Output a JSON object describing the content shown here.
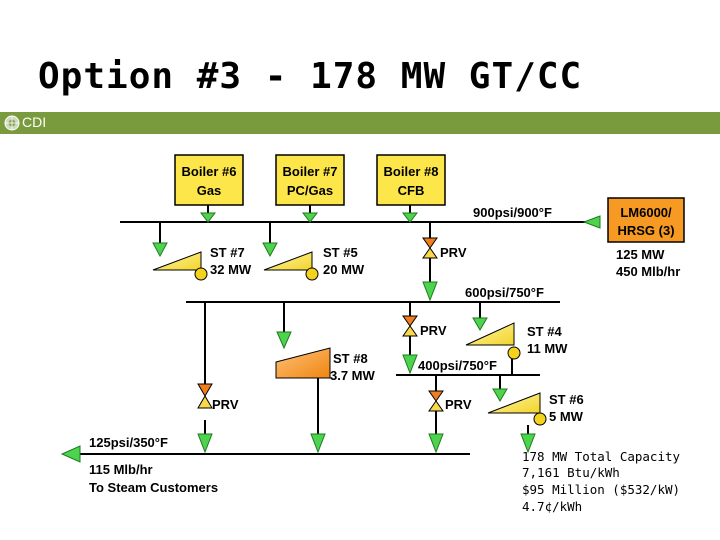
{
  "title": "Option #3 - 178 MW GT/CC",
  "brand": {
    "text": "CDI"
  },
  "boilers": [
    {
      "line1": "Boiler #6",
      "line2": "Gas"
    },
    {
      "line1": "Boiler #7",
      "line2": "PC/Gas"
    },
    {
      "line1": "Boiler #8",
      "line2": "CFB"
    }
  ],
  "gt": {
    "line1": "LM6000/",
    "line2": "HRSG (3)",
    "output1": "125 MW",
    "output2": "450 Mlb/hr"
  },
  "headers": {
    "h900": "900psi/900°F",
    "h600": "600psi/750°F",
    "h400": "400psi/750°F",
    "h125": "125psi/350°F"
  },
  "turbines": {
    "st7": {
      "name": "ST #7",
      "mw": "32 MW"
    },
    "st5": {
      "name": "ST #5",
      "mw": "20 MW"
    },
    "st4": {
      "name": "ST #4",
      "mw": "11 MW"
    },
    "st8": {
      "name": "ST #8",
      "mw": "3.7 MW"
    },
    "st6": {
      "name": "ST #6",
      "mw": "5 MW"
    }
  },
  "prv_label": "PRV",
  "customers": {
    "line1": "115 Mlb/hr",
    "line2": "To Steam Customers"
  },
  "summary": [
    "178 MW Total Capacity",
    "7,161 Btu/kWh",
    "$95 Million ($532/kW)",
    "4.7¢/kWh"
  ],
  "colors": {
    "boiler": "#fde64a",
    "gt": "#f79a23",
    "st8": "#f7961d",
    "arrow": "#4dd34d",
    "prv_top": "#f07d1e",
    "prv_bottom": "#f9d84a",
    "brand": "#7a9a3e"
  }
}
